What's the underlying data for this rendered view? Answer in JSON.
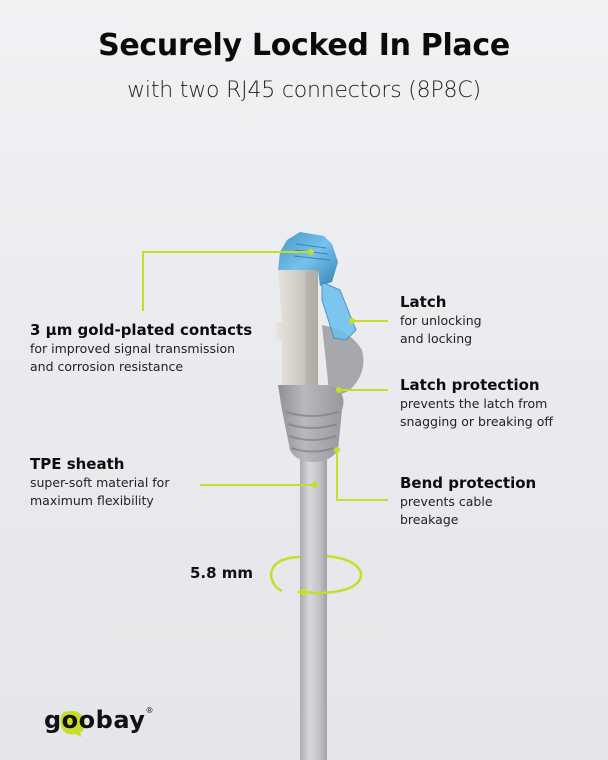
{
  "header": {
    "title": "Securely Locked In Place",
    "subtitle": "with two RJ45 connectors (8P8C)"
  },
  "callouts": [
    {
      "heading": "3 µm gold-plated contacts",
      "lines": [
        "for improved signal transmission",
        "and corrosion resistance"
      ]
    },
    {
      "heading": "Latch",
      "lines": [
        "for unlocking",
        "and locking"
      ]
    },
    {
      "heading": "Latch protection",
      "lines": [
        "prevents the latch from",
        "snagging or breaking off"
      ]
    },
    {
      "heading": "TPE sheath",
      "lines": [
        "super-soft material for",
        "maximum flexibility"
      ]
    },
    {
      "heading": "Bend protection",
      "lines": [
        "prevents cable",
        "breakage"
      ]
    }
  ],
  "dimension": {
    "label": "5.8 mm"
  },
  "brand": {
    "name": "goobay",
    "registered": "®"
  },
  "colors": {
    "accent": "#c8dc2a",
    "connector_blue": "#5fb3e6",
    "cable_gray": "#bfc1c4",
    "boot_gray": "#a9abae",
    "shield_silver": "#cfccc6"
  },
  "icons": {
    "product": "rj45-connector-illustration",
    "diameter": "rotation-ring-icon"
  }
}
